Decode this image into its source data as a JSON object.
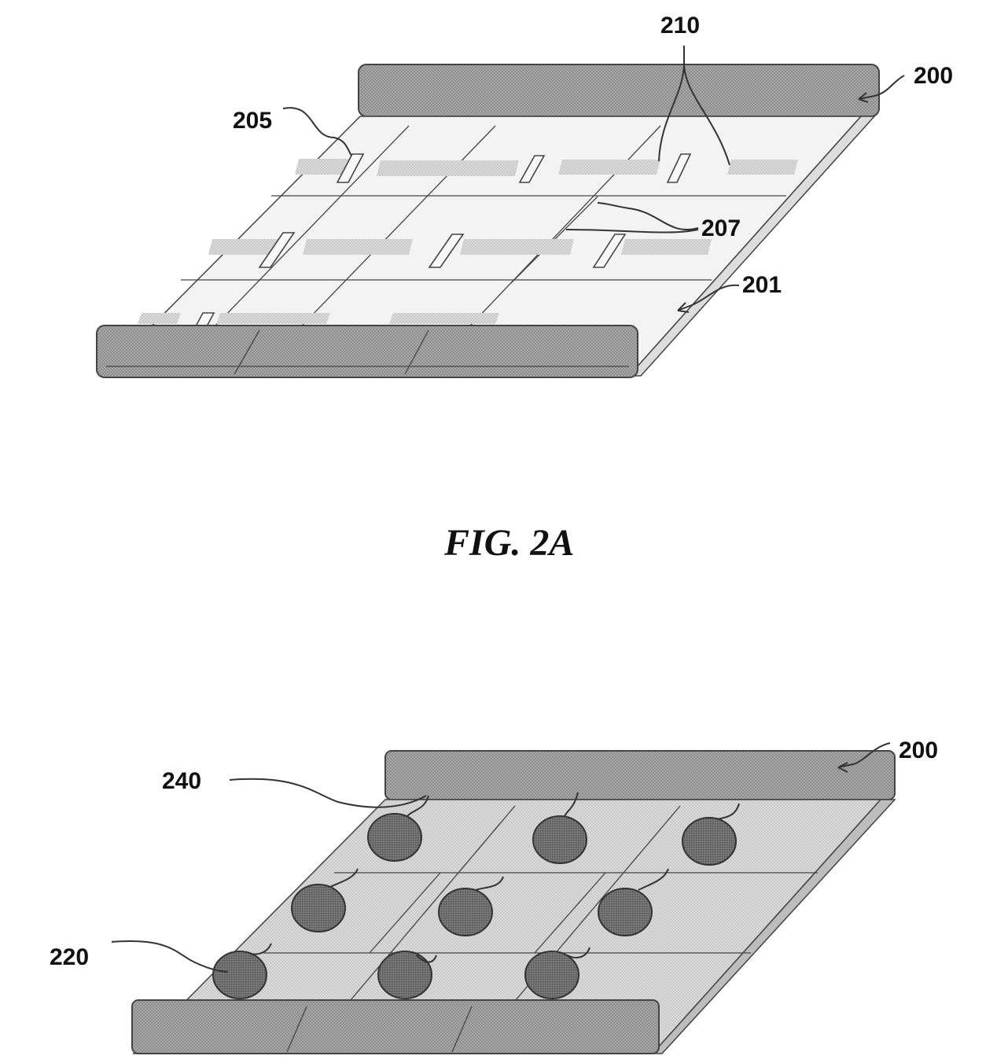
{
  "figure_a": {
    "caption": "FIG. 2A",
    "labels": {
      "frame": "200",
      "substrate": "201",
      "pad": "205",
      "line": "207",
      "electrodes": "210"
    }
  },
  "figure_b": {
    "caption": "",
    "labels": {
      "frame": "200",
      "dot_upper": "240",
      "dot_lower": "220"
    }
  },
  "colors": {
    "stroke": "#333333",
    "bar_fill": "#a8a8a8",
    "sheet_fill": "#f2f2f2",
    "sheet_b_fill": "#d8d8d8",
    "dot_fill": "#7a7a7a"
  }
}
